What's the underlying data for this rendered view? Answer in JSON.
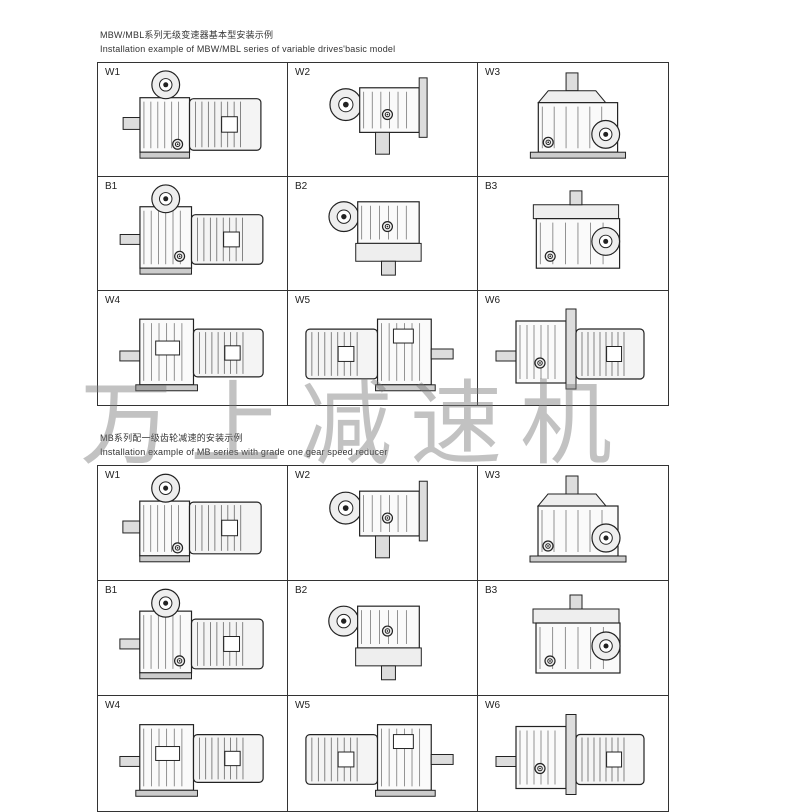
{
  "section1": {
    "title_cn": "MBW/MBL系列无级变速器基本型安装示例",
    "title_en": "Installation example of MBW/MBL series of variable drives'basic model",
    "labels": [
      "W1",
      "W2",
      "W3",
      "B1",
      "B2",
      "B3",
      "W4",
      "W5",
      "W6"
    ]
  },
  "section2": {
    "title_cn": "MB系列配一级齿轮减速的安装示例",
    "title_en": "Installation example of MB series with grade one gear speed reducer",
    "labels": [
      "W1",
      "W2",
      "W3",
      "B1",
      "B2",
      "B3",
      "W4",
      "W5",
      "W6"
    ]
  },
  "watermark": "万上减速机"
}
